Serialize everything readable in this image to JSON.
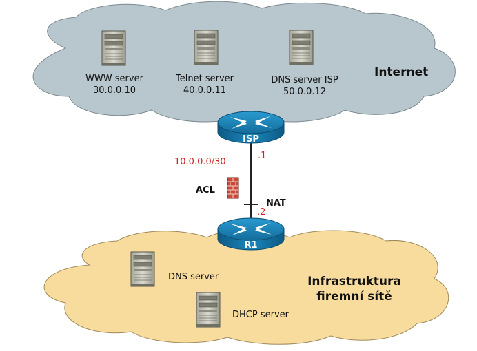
{
  "internet_cloud": {
    "label": "Internet",
    "servers": [
      {
        "name": "WWW server",
        "ip": "30.0.0.10"
      },
      {
        "name": "Telnet server",
        "ip": "40.0.0.11"
      },
      {
        "name": "DNS server ISP",
        "ip": "50.0.0.12"
      }
    ]
  },
  "company_cloud": {
    "label_line1": "Infrastruktura",
    "label_line2": "firemní sítě",
    "servers": [
      {
        "name": "DNS server"
      },
      {
        "name": "DHCP  server"
      }
    ]
  },
  "routers": {
    "isp": "ISP",
    "r1": "R1"
  },
  "link": {
    "network": "10.0.0.0/30",
    "isp_side": ".1",
    "r1_side": ".2",
    "acl": "ACL",
    "nat": "NAT"
  },
  "colors": {
    "internet_cloud": "#b8c7cd",
    "company_cloud": "#f7dc9e",
    "router": "#1778a8",
    "address_text": "#cc2222"
  }
}
